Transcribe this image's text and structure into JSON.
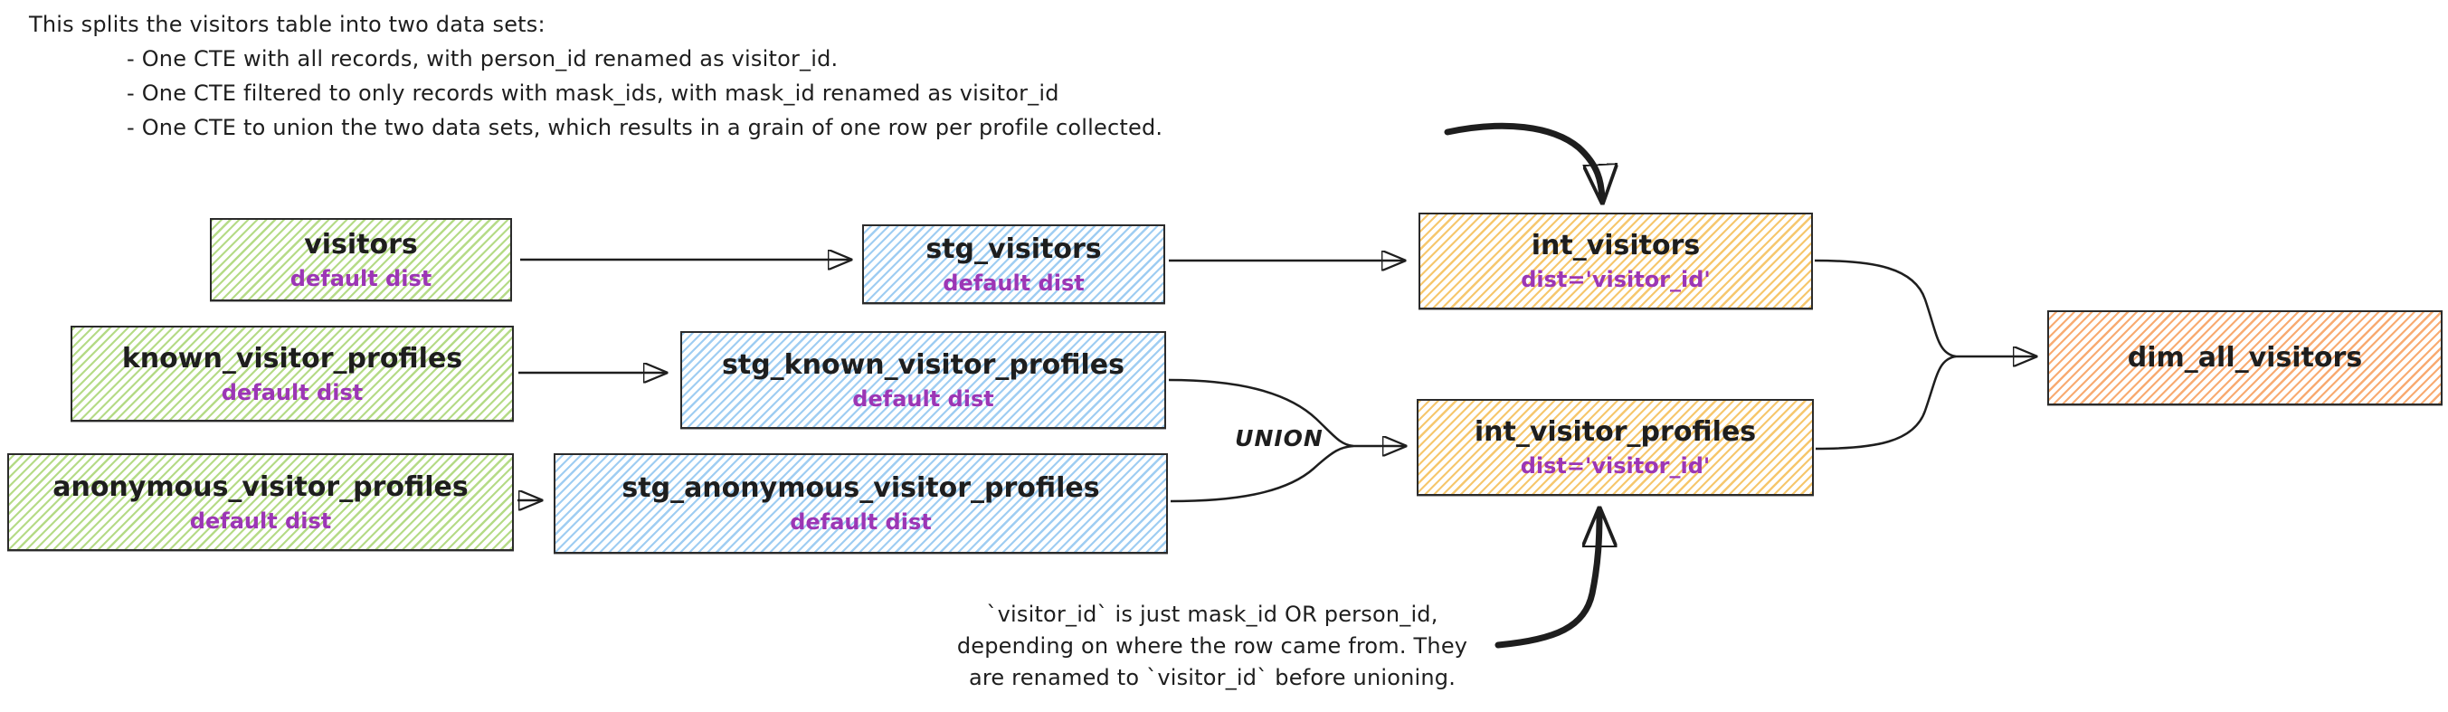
{
  "annotations": {
    "top": {
      "intro": "This splits the visitors table into two data sets:",
      "bullets": [
        "- One CTE with all records, with person_id renamed as visitor_id.",
        "- One CTE filtered to only records with mask_ids, with mask_id renamed as visitor_id",
        "- One CTE to union the two data sets, which results in a grain of one row per profile collected."
      ]
    },
    "union_label": "UNION",
    "bottom": {
      "lines": [
        "`visitor_id` is just mask_id OR person_id,",
        "depending on where the row came from. They",
        "are renamed to `visitor_id` before unioning."
      ]
    }
  },
  "nodes": {
    "visitors": {
      "label": "visitors",
      "sublabel": "default dist"
    },
    "stg_visitors": {
      "label": "stg_visitors",
      "sublabel": "default dist"
    },
    "known_visitor_profiles": {
      "label": "known_visitor_profiles",
      "sublabel": "default dist"
    },
    "stg_known_visitor_profiles": {
      "label": "stg_known_visitor_profiles",
      "sublabel": "default dist"
    },
    "anonymous_visitor_profiles": {
      "label": "anonymous_visitor_profiles",
      "sublabel": "default dist"
    },
    "stg_anonymous_visitor_profiles": {
      "label": "stg_anonymous_visitor_profiles",
      "sublabel": "default dist"
    },
    "int_visitors": {
      "label": "int_visitors",
      "sublabel": "dist='visitor_id'"
    },
    "int_visitor_profiles": {
      "label": "int_visitor_profiles",
      "sublabel": "dist='visitor_id'"
    },
    "dim_all_visitors": {
      "label": "dim_all_visitors"
    }
  },
  "colors": {
    "ink": "#1e1e1e",
    "annotation_purple": "#9c36b5",
    "hatch_green": "#b5db87",
    "hatch_blue": "#9fcdf2",
    "hatch_yellow": "#f6c76d",
    "hatch_orange": "#f8ab72"
  }
}
